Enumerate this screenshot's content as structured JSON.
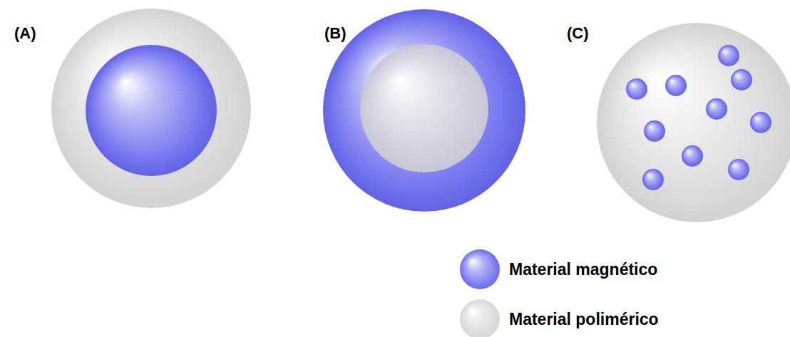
{
  "diagram": {
    "labels": [
      "(A)",
      "(B)",
      "(C)"
    ],
    "legend": [
      {
        "text": "Material magnético",
        "color": "#6a6aee"
      },
      {
        "text": "Material polimérico",
        "color": "#d6d6d6"
      }
    ]
  }
}
